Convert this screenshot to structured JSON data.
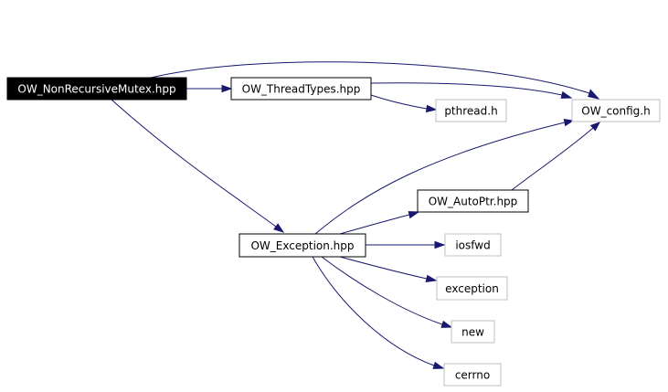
{
  "colors": {
    "edge": "#191970",
    "root_fill": "#000000",
    "root_text": "#ffffff",
    "local_border": "#000000",
    "system_border": "#bfbfbf",
    "node_fill": "#ffffff",
    "node_text": "#000000"
  },
  "nodes": {
    "root": {
      "label": "OW_NonRecursiveMutex.hpp"
    },
    "thread_types": {
      "label": "OW_ThreadTypes.hpp"
    },
    "config": {
      "label": "OW_config.h"
    },
    "pthread": {
      "label": "pthread.h"
    },
    "autoptr": {
      "label": "OW_AutoPtr.hpp"
    },
    "exception_hpp": {
      "label": "OW_Exception.hpp"
    },
    "iosfwd": {
      "label": "iosfwd"
    },
    "exception": {
      "label": "exception"
    },
    "new": {
      "label": "new"
    },
    "cerrno": {
      "label": "cerrno"
    }
  },
  "edges": [
    {
      "from": "root",
      "to": "thread_types"
    },
    {
      "from": "root",
      "to": "config"
    },
    {
      "from": "root",
      "to": "exception_hpp"
    },
    {
      "from": "thread_types",
      "to": "config"
    },
    {
      "from": "thread_types",
      "to": "pthread"
    },
    {
      "from": "exception_hpp",
      "to": "config"
    },
    {
      "from": "exception_hpp",
      "to": "autoptr"
    },
    {
      "from": "exception_hpp",
      "to": "iosfwd"
    },
    {
      "from": "exception_hpp",
      "to": "exception"
    },
    {
      "from": "exception_hpp",
      "to": "new"
    },
    {
      "from": "exception_hpp",
      "to": "cerrno"
    },
    {
      "from": "autoptr",
      "to": "config"
    }
  ]
}
